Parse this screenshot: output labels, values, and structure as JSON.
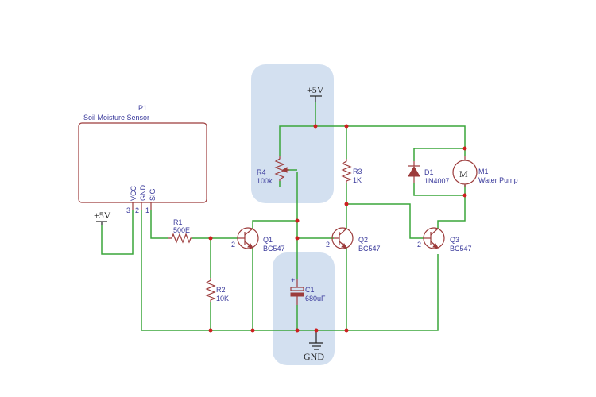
{
  "colors": {
    "wire": "#3aa63a",
    "part": "#9c3b3b",
    "label": "#3b3b9c",
    "highlight": "#d3e0f0",
    "node": "#cc1f1f"
  },
  "sensor": {
    "ref": "P1",
    "name": "Soil Moisture Sensor",
    "pins": [
      {
        "num": "3",
        "name": "VCC"
      },
      {
        "num": "2",
        "name": "GND"
      },
      {
        "num": "1",
        "name": "SIG"
      }
    ]
  },
  "power": {
    "vcc_left": "+5V",
    "vcc_top": "+5V",
    "gnd": "GND"
  },
  "components": {
    "r1": {
      "ref": "R1",
      "value": "500E"
    },
    "r2": {
      "ref": "R2",
      "value": "10K"
    },
    "r3": {
      "ref": "R3",
      "value": "1K"
    },
    "r4": {
      "ref": "R4",
      "value": "100k"
    },
    "c1": {
      "ref": "C1",
      "value": "680uF"
    },
    "d1": {
      "ref": "D1",
      "value": "1N4007"
    },
    "m1": {
      "ref": "M1",
      "value": "Water Pump"
    },
    "q1": {
      "ref": "Q1",
      "value": "BC547"
    },
    "q2": {
      "ref": "Q2",
      "value": "BC547"
    },
    "q3": {
      "ref": "Q3",
      "value": "BC547"
    }
  },
  "glyphs": {
    "motor": "M",
    "cap_plus": "+",
    "pin_2": "2",
    "pin_3": "3"
  }
}
